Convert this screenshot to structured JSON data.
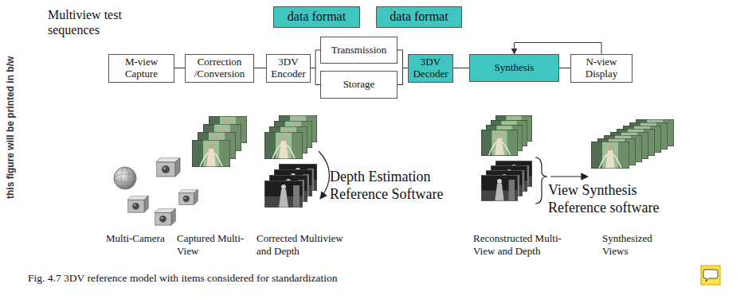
{
  "diagram": {
    "caption": "Fig. 4.7 3DV reference model with items considered for standardization",
    "nodes": [
      {
        "text": [
          "data format"
        ]
      },
      {
        "text": [
          "data format"
        ]
      },
      {
        "text": [
          "M-view Capture"
        ]
      },
      {
        "text": [
          "Correction /Conversion"
        ]
      },
      {
        "text": [
          "3DV Encoder"
        ]
      },
      {
        "text": [
          "Transmission"
        ]
      },
      {
        "text": [
          "Storage"
        ]
      },
      {
        "text": [
          "3DV Decoder"
        ]
      },
      {
        "text": [
          "Synthesis"
        ]
      },
      {
        "text": [
          "N-view Display"
        ]
      }
    ],
    "edges": [
      {
        "from": 2,
        "to": 3,
        "arrow": "none"
      },
      {
        "from": 3,
        "to": 4,
        "arrow": "none"
      },
      {
        "from": 4,
        "to": 5,
        "arrow": "none"
      },
      {
        "from": 4,
        "to": 6,
        "arrow": "none"
      },
      {
        "from": 5,
        "to": 7,
        "arrow": "none"
      },
      {
        "from": 6,
        "to": 7,
        "arrow": "none"
      },
      {
        "from": 7,
        "to": 8,
        "arrow": "none"
      },
      {
        "from": 8,
        "to": 9,
        "arrow": "none"
      },
      {
        "from": 9,
        "to": 8,
        "arrow": "to"
      }
    ],
    "labels": [
      "this figure will be printed in b/w",
      "Multiview test sequences",
      "Multi-Camera",
      "Captured Multi- View",
      "Corrected Multiview and Depth",
      "Depth Estimation Reference Software",
      "Reconstructed Multi- View and Depth",
      "View Synthesis Reference software",
      "Synthesized Views"
    ]
  }
}
